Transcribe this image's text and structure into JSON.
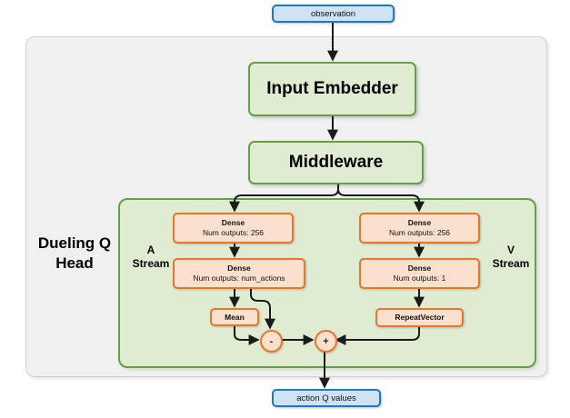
{
  "diagram": {
    "title": "Dueling Q Head network architecture",
    "colors": {
      "io_border": "#1f7ac4",
      "io_fill": "#cfe2f3",
      "green_border": "#64a044",
      "green_fill": "#dfecd2",
      "orange_border": "#e8762c",
      "orange_fill": "#fbe0cd",
      "outer_fill": "#f0f0f0",
      "outer_border": "#d2d2d2",
      "arrow": "#1a1a1a"
    }
  },
  "io": {
    "input_label": "observation",
    "output_label": "action Q values"
  },
  "blocks": {
    "input_embedder": "Input Embedder",
    "middleware": "Middleware"
  },
  "head": {
    "title_line1": "Dueling Q",
    "title_line2": "Head",
    "a_stream_line1": "A",
    "a_stream_line2": "Stream",
    "v_stream_line1": "V",
    "v_stream_line2": "Stream"
  },
  "a_stream": {
    "dense1_title": "Dense",
    "dense1_sub": "Num outputs: 256",
    "dense2_title": "Dense",
    "dense2_sub": "Num outputs: num_actions",
    "mean_label": "Mean",
    "op_label": "-"
  },
  "v_stream": {
    "dense1_title": "Dense",
    "dense1_sub": "Num outputs: 256",
    "dense2_title": "Dense",
    "dense2_sub": "Num outputs: 1",
    "repeat_label": "RepeatVector",
    "op_label": "+"
  }
}
